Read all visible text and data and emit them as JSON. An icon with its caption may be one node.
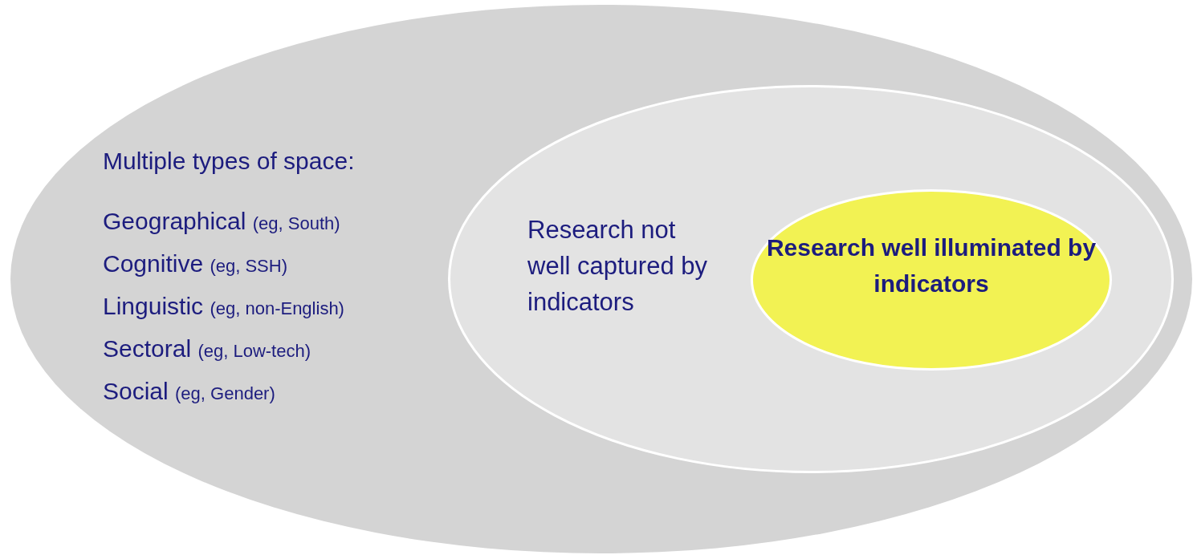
{
  "diagram": {
    "nodes": [
      {
        "text": [
          "Multiple types of space:",
          "Geographical (eg, South)",
          "Cognitive (eg, SSH)",
          "Linguistic (eg, non-English)",
          "Sectoral (eg, Low-tech)",
          "Social (eg, Gender)"
        ]
      },
      {
        "text": [
          "Research not well captured by indicators"
        ],
        "in": 0
      },
      {
        "text": [
          "Research well illuminated by indicators"
        ],
        "in": 1
      }
    ]
  }
}
